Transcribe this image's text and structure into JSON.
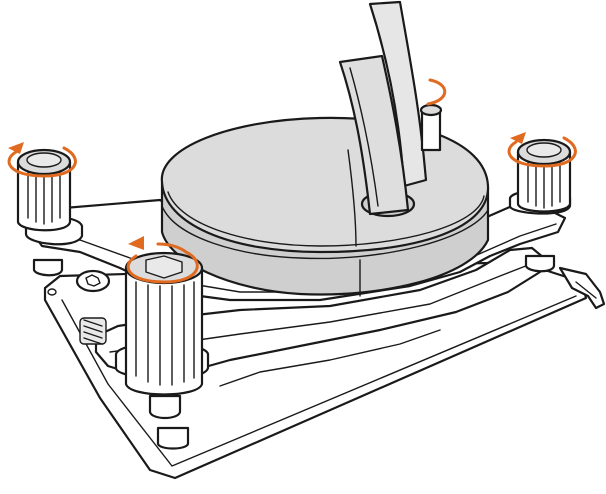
{
  "illustration": {
    "subject": "",
    "colors": {
      "line": "#1a1a1a",
      "housing": "#dcdcdc",
      "housing_dark": "#cfcfcf",
      "tube": "#e2e2e2",
      "bracket": "#ffffff",
      "arrow": "#e06a1f"
    },
    "thumbscrews": [
      {
        "id": "rear-left",
        "rotation": "counter-clockwise"
      },
      {
        "id": "rear-center",
        "rotation": "counter-clockwise"
      },
      {
        "id": "rear-right",
        "rotation": "counter-clockwise"
      },
      {
        "id": "front-left",
        "rotation": "counter-clockwise"
      }
    ]
  }
}
